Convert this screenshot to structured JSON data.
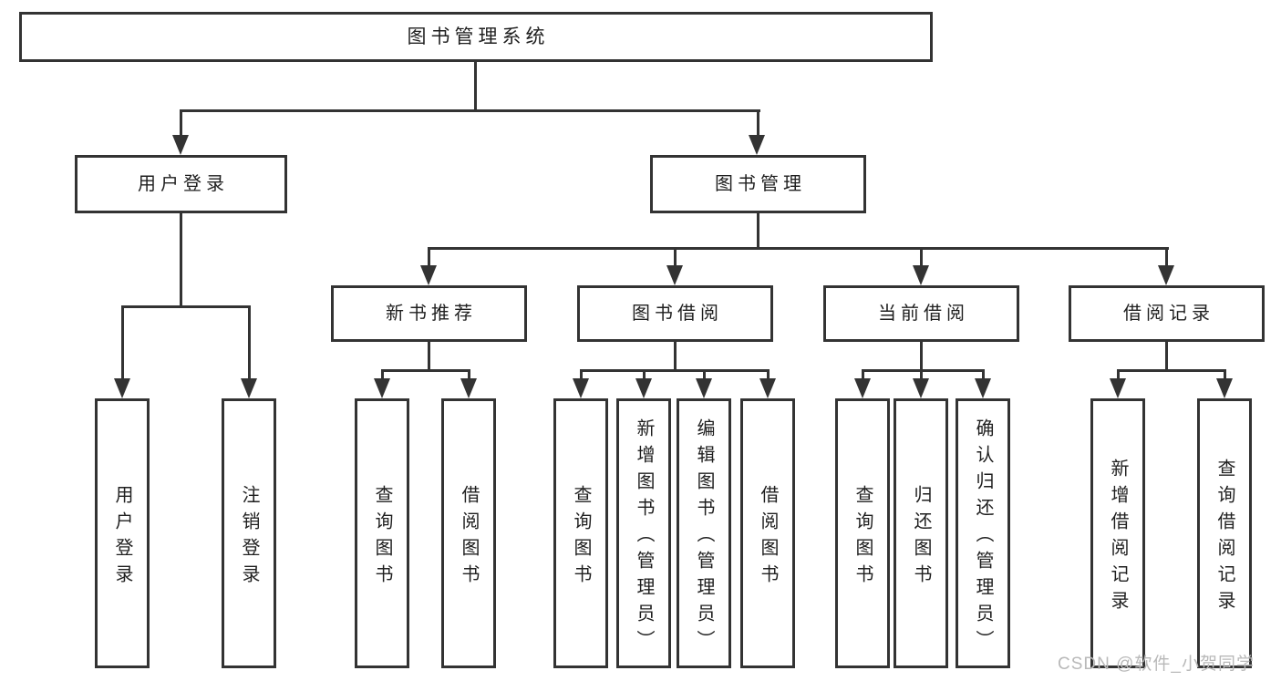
{
  "theme": {
    "background": "#ffffff",
    "line_color": "#333333",
    "text_color": "#1f1f1f",
    "watermark_color": "#b9b9b9"
  },
  "watermark": {
    "text": "CSDN @软件_小贺同学"
  },
  "diagram": {
    "root": {
      "label": "图书管理系统",
      "children": [
        {
          "label": "用户登录",
          "children": [
            {
              "label": "用户登录"
            },
            {
              "label": "注销登录"
            }
          ]
        },
        {
          "label": "图书管理",
          "children": [
            {
              "label": "新书推荐",
              "children": [
                {
                  "label": "查询图书"
                },
                {
                  "label": "借阅图书"
                }
              ]
            },
            {
              "label": "图书借阅",
              "children": [
                {
                  "label": "查询图书"
                },
                {
                  "label": "新增图书（管理员）"
                },
                {
                  "label": "编辑图书（管理员）"
                },
                {
                  "label": "借阅图书"
                }
              ]
            },
            {
              "label": "当前借阅",
              "children": [
                {
                  "label": "查询图书"
                },
                {
                  "label": "归还图书"
                },
                {
                  "label": "确认归还（管理员）"
                }
              ]
            },
            {
              "label": "借阅记录",
              "children": [
                {
                  "label": "新增借阅记录"
                },
                {
                  "label": "查询借阅记录"
                }
              ]
            }
          ]
        }
      ]
    }
  }
}
